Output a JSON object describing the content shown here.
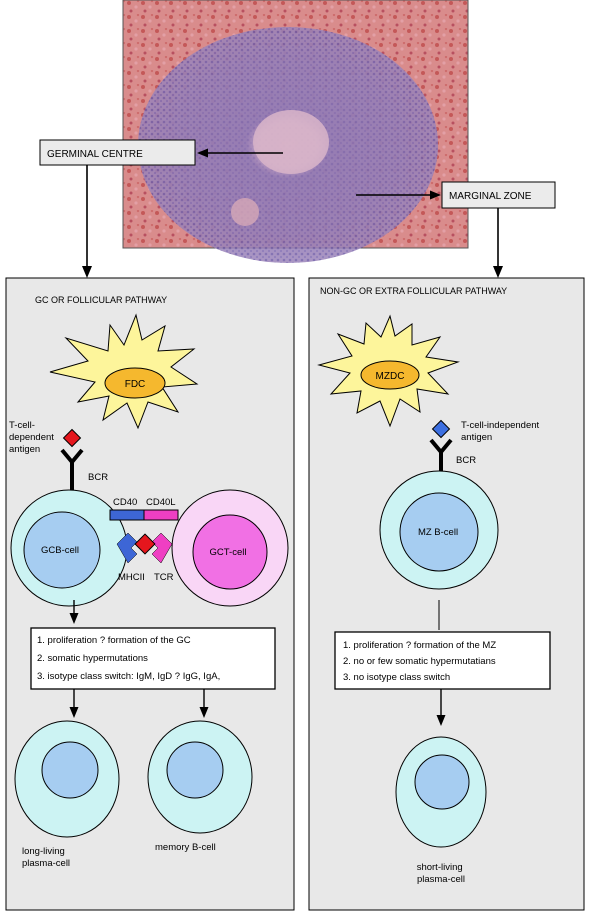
{
  "labels": {
    "germinal_centre": "GERMINAL CENTRE",
    "marginal_zone": "MARGINAL ZONE"
  },
  "left_panel": {
    "title": "GC OR FOLLICULAR PATHWAY",
    "dendritic_cell": "FDC",
    "antigen_line1": "T-cell-",
    "antigen_line2": "dependent",
    "antigen_line3": "antigen",
    "receptor": "BCR",
    "b_cell": "GCB-cell",
    "t_cell": "GCT-cell",
    "cd40": "CD40",
    "cd40l": "CD40L",
    "mhc": "MHCII",
    "tcr": "TCR",
    "steps": [
      "1. proliferation ?  formation of the GC",
      "2. somatic hypermutations",
      "3. isotype class switch: IgM, IgD  ?  IgG, IgA,"
    ],
    "outcome_1_line1": "long-living",
    "outcome_1_line2": "plasma-cell",
    "outcome_2": "memory B-cell"
  },
  "right_panel": {
    "title": "NON-GC OR EXTRA FOLLICULAR PATHWAY",
    "dendritic_cell": "MZDC",
    "antigen_line1": "T-cell-independent",
    "antigen_line2": "antigen",
    "receptor": "BCR",
    "b_cell": "MZ B-cell",
    "steps": [
      "1. proliferation  ?  formation of the MZ",
      "2. no or few somatic hypermutatians",
      "3. no isotype class switch"
    ],
    "outcome_line1": "short-living",
    "outcome_line2": "plasma-cell"
  },
  "colors": {
    "panel_bg": "#e8e8e8",
    "star_fill": "#fdf59b",
    "dc_fill": "#f5b82e",
    "cell_outer": "#ccf3f3",
    "cell_inner": "#a6cdf1",
    "t_cell_outer": "#f9d6f6",
    "t_cell_inner": "#f170e4",
    "cd40_bar": "#3d66d6",
    "cd40l_bar": "#ef3fc3",
    "antigen_red": "#e5161d",
    "antigen_blue": "#3c6fe0"
  }
}
